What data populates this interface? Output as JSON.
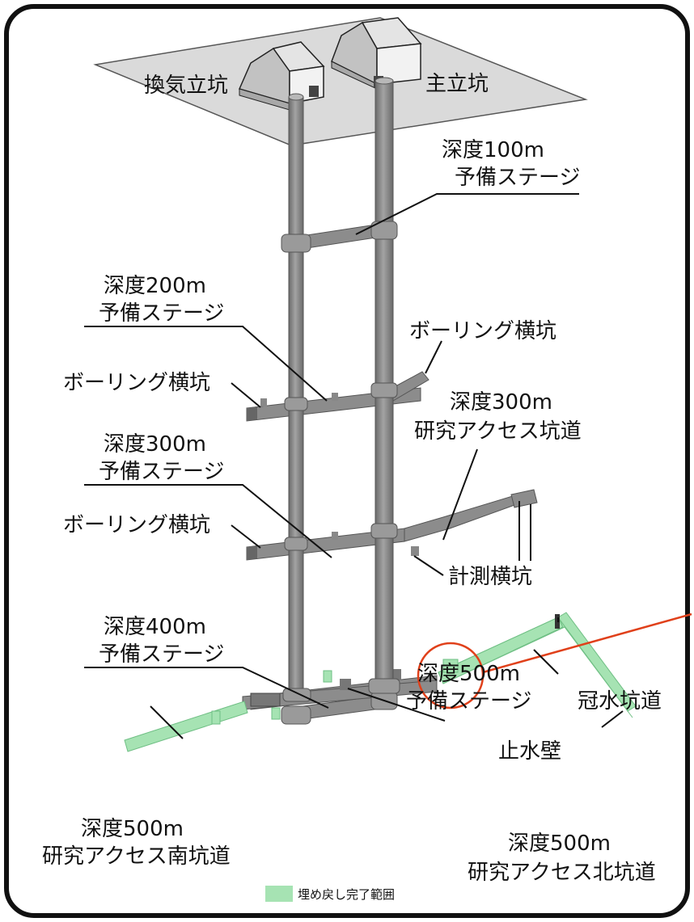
{
  "labels": {
    "ventilation_shaft": "換気立坑",
    "main_shaft": "主立坑",
    "stage100": [
      "深度100m",
      "予備ステージ"
    ],
    "stage200": [
      "深度200m",
      "予備ステージ"
    ],
    "boring_200_left": "ボーリング横坑",
    "boring_200_right": "ボーリング横坑",
    "gallery300": [
      "深度300m",
      "研究アクセス坑道"
    ],
    "stage300": [
      "深度300m",
      "予備ステージ"
    ],
    "boring_300_left": "ボーリング横坑",
    "measurement_gallery": "計測横坑",
    "stage400": [
      "深度400m",
      "予備ステージ"
    ],
    "stage500": [
      "深度500m",
      "予備ステージ"
    ],
    "flooded_gallery": "冠水坑道",
    "water_barrier": "止水壁",
    "south500": [
      "深度500m",
      "研究アクセス南坑道"
    ],
    "north500": [
      "深度500m",
      "研究アクセス北坑道"
    ]
  },
  "legend": {
    "backfill_completed": "埋め戻し完了範囲"
  },
  "colors": {
    "tunnel": "#8c8c8c",
    "tunnel_dark": "#5e5e5e",
    "backfill": "#a6e3b3",
    "backfill_dark": "#6fbf84",
    "ground": "#d9d9d9",
    "highlight": "#e0401a",
    "frame": "#111111"
  }
}
